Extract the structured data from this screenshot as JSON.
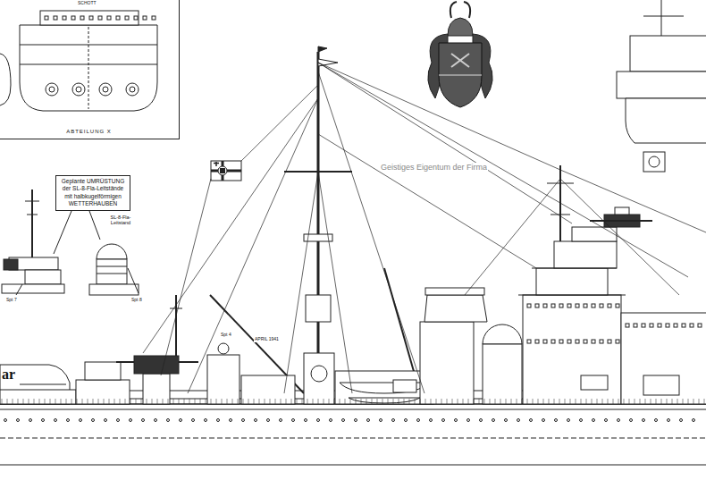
{
  "diagram": {
    "nodes": [
      {
        "text": [
          "ABTEILUNG X"
        ]
      },
      {
        "text": [
          "Geplante UMRÜSTUNG der SL-8-Fla-Leitstände mit halbkugelförmigen WETTERHAUBEN"
        ]
      }
    ],
    "labels": [
      "SCHOTT",
      "SL-8-Fla-Leitstand",
      "Spt 7",
      "Spt 8",
      "Geistiges Eigentum der Firma",
      "APRIL 1941",
      "Spt 4",
      "ar"
    ]
  }
}
